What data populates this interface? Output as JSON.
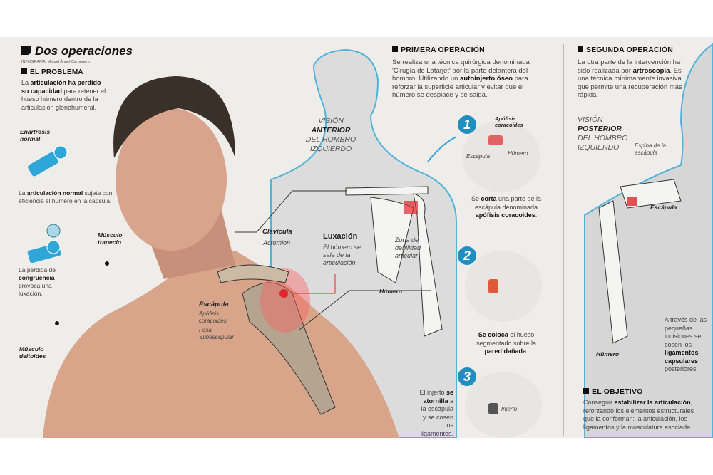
{
  "header": {
    "title": "Dos operaciones",
    "credit": "INFOGRAFÍA: Miguel Ángel Carbonero"
  },
  "problema": {
    "heading": "EL PROBLEMA",
    "text_pre": "La ",
    "text_bold": "articulación ha perdido su capacidad",
    "text_post": " para retener el hueso húmero dentro de la articulación glenohumeral.",
    "enartrosis_label": "Enartrosis normal",
    "normal_pre": "La ",
    "normal_bold": "articulación normal",
    "normal_post": " sujeta con eficiencia el húmero en la cápsula.",
    "perdida_pre": "La pérdida de ",
    "perdida_bold": "congruencia",
    "perdida_post": " provoca una luxación."
  },
  "muscles": {
    "trapecio": "Músculo trapecio",
    "deltoides": "Músculo deltoides"
  },
  "anatomy": {
    "clavicula": "Clavícula",
    "acromion": "Acromion",
    "escapula": "Escápula",
    "apofisis": "Apófisis coracoides",
    "fosa": "Fosa Subescapular",
    "humero": "Húmero",
    "zona": "Zona de debilidad articular",
    "luxacion_title": "Luxación",
    "luxacion_text": "El húmero se sale de la articulación."
  },
  "anterior": {
    "l1": "VISIÓN",
    "l2": "ANTERIOR",
    "l3": "DEL HOMBRO",
    "l4": "IZQUIERDO"
  },
  "primera": {
    "heading": "PRIMERA OPERACIÓN",
    "text_pre": "Se realiza una técnica quirúrgica denominada 'Cirugía de Latarjet' por la parte delantera del hombro. Utilizando un ",
    "text_bold": "autoinjerto óseo",
    "text_post": " para reforzar la superficie articular y evitar que el húmero se desplace y se salga.",
    "steps": [
      {
        "num": "1",
        "labels": [
          "Apófisis coracoides",
          "Escápula",
          "Húmero"
        ],
        "pre": "Se ",
        "bold": "corta",
        "mid": " una parte de la escápula denominada ",
        "bold2": "apófisis coracoides",
        "post": "."
      },
      {
        "num": "2",
        "pre": "",
        "bold": "Se coloca",
        "mid": " el hueso segmentado sobre la ",
        "bold2": "pared dañada",
        "post": "."
      },
      {
        "num": "3",
        "labels": [
          "Injerto"
        ],
        "pre": "El injerto ",
        "bold": "se atornilla",
        "mid": " a la escápula y se cosen los ligamentos.",
        "bold2": "",
        "post": ""
      }
    ]
  },
  "segunda": {
    "heading": "SEGUNDA OPERACIÓN",
    "text_pre": "La otra parte de la intervención ha sido realizada por ",
    "text_bold": "artroscopia",
    "text_post": ". Es una técnica mínimamente invasiva que permite una recuperación más rápida.",
    "vis": {
      "l1": "VISIÓN",
      "l2": "POSTERIOR",
      "l3": "DEL HOMBRO",
      "l4": "IZQUIERDO"
    },
    "espina": "Espina de la escápula",
    "escapula": "Escápula",
    "humero": "Húmero",
    "note_pre": "A través de las pequeñas incisiones se cosen los ",
    "note_bold": "ligamentos capsulares",
    "note_post": " posteriores."
  },
  "objetivo": {
    "heading": "EL OBJETIVO",
    "pre": "Conseguir ",
    "bold": "estabilizar la articulación",
    "post": ", reforzando los elementos estructurales que la conforman: la articulación, los ligamentos y la musculatura asociada."
  },
  "colors": {
    "accent": "#1f8fc0",
    "red": "#e0282c",
    "bg": "#eeedea"
  }
}
